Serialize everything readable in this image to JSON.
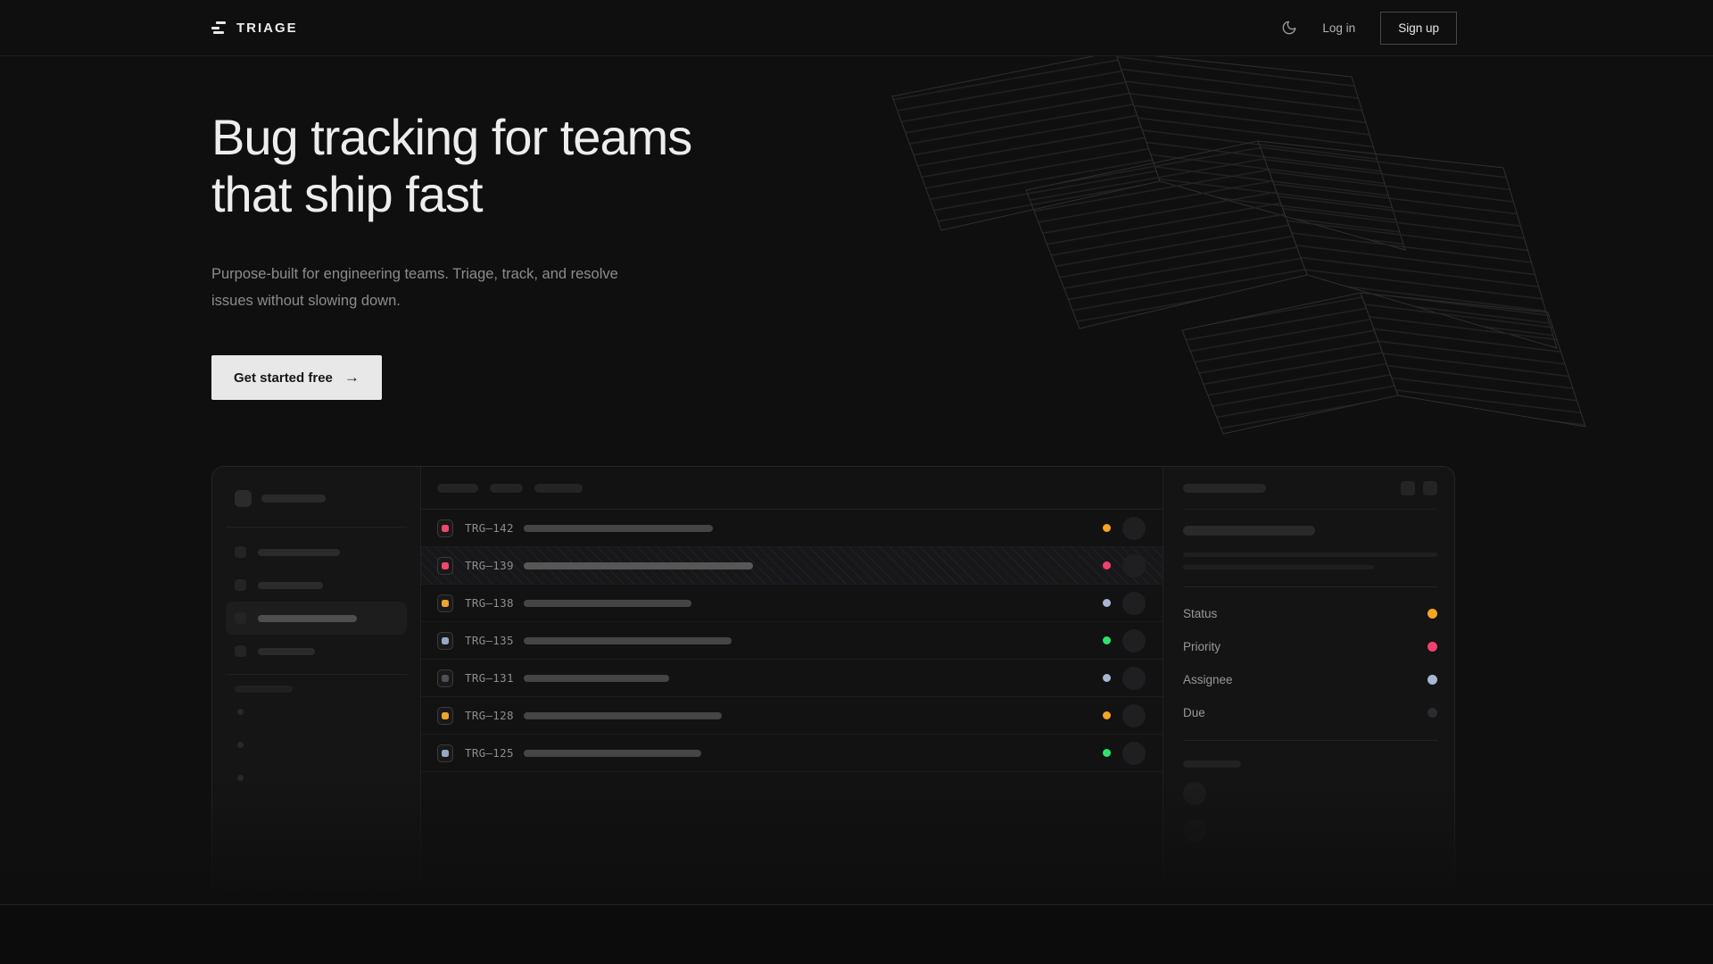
{
  "nav": {
    "brand": "TRIAGE",
    "login_label": "Log in",
    "signup_label": "Sign up"
  },
  "hero": {
    "title_line1": "Bug tracking for teams",
    "title_line2": "that ship fast",
    "subtitle": "Purpose-built for engineering teams. Triage, track, and resolve issues without slowing down.",
    "cta_label": "Get started free",
    "cta_arrow": "→"
  },
  "mockup": {
    "issues": [
      {
        "id": "TRG–142",
        "icon_color": "#ef476f",
        "status_color": "#f5a524"
      },
      {
        "id": "TRG–139",
        "icon_color": "#ef476f",
        "status_color": "#f0426e"
      },
      {
        "id": "TRG–138",
        "icon_color": "#f0a42e",
        "status_color": "#a9b6d2"
      },
      {
        "id": "TRG–135",
        "icon_color": "#97a8c8",
        "status_color": "#2ee36b"
      },
      {
        "id": "TRG–131",
        "icon_color": "#4f4f55",
        "status_color": "#a9b6d2"
      },
      {
        "id": "TRG–128",
        "icon_color": "#f0a42e",
        "status_color": "#f5a524"
      },
      {
        "id": "TRG–125",
        "icon_color": "#97a8c8",
        "status_color": "#2ee36b"
      }
    ],
    "detail_fields": [
      {
        "label": "Status",
        "color": "#f5a524"
      },
      {
        "label": "Priority",
        "color": "#f0426e"
      },
      {
        "label": "Assignee",
        "color": "#a9b6d2"
      },
      {
        "label": "Due",
        "color": "#2b2b30"
      }
    ]
  },
  "colors": {
    "amber": "#f5a524",
    "pink": "#f0426e",
    "lavender": "#a9b6d2",
    "green": "#2ee36b",
    "cta_background": "#e8e8e8",
    "page_background": "#0f0f0f"
  }
}
